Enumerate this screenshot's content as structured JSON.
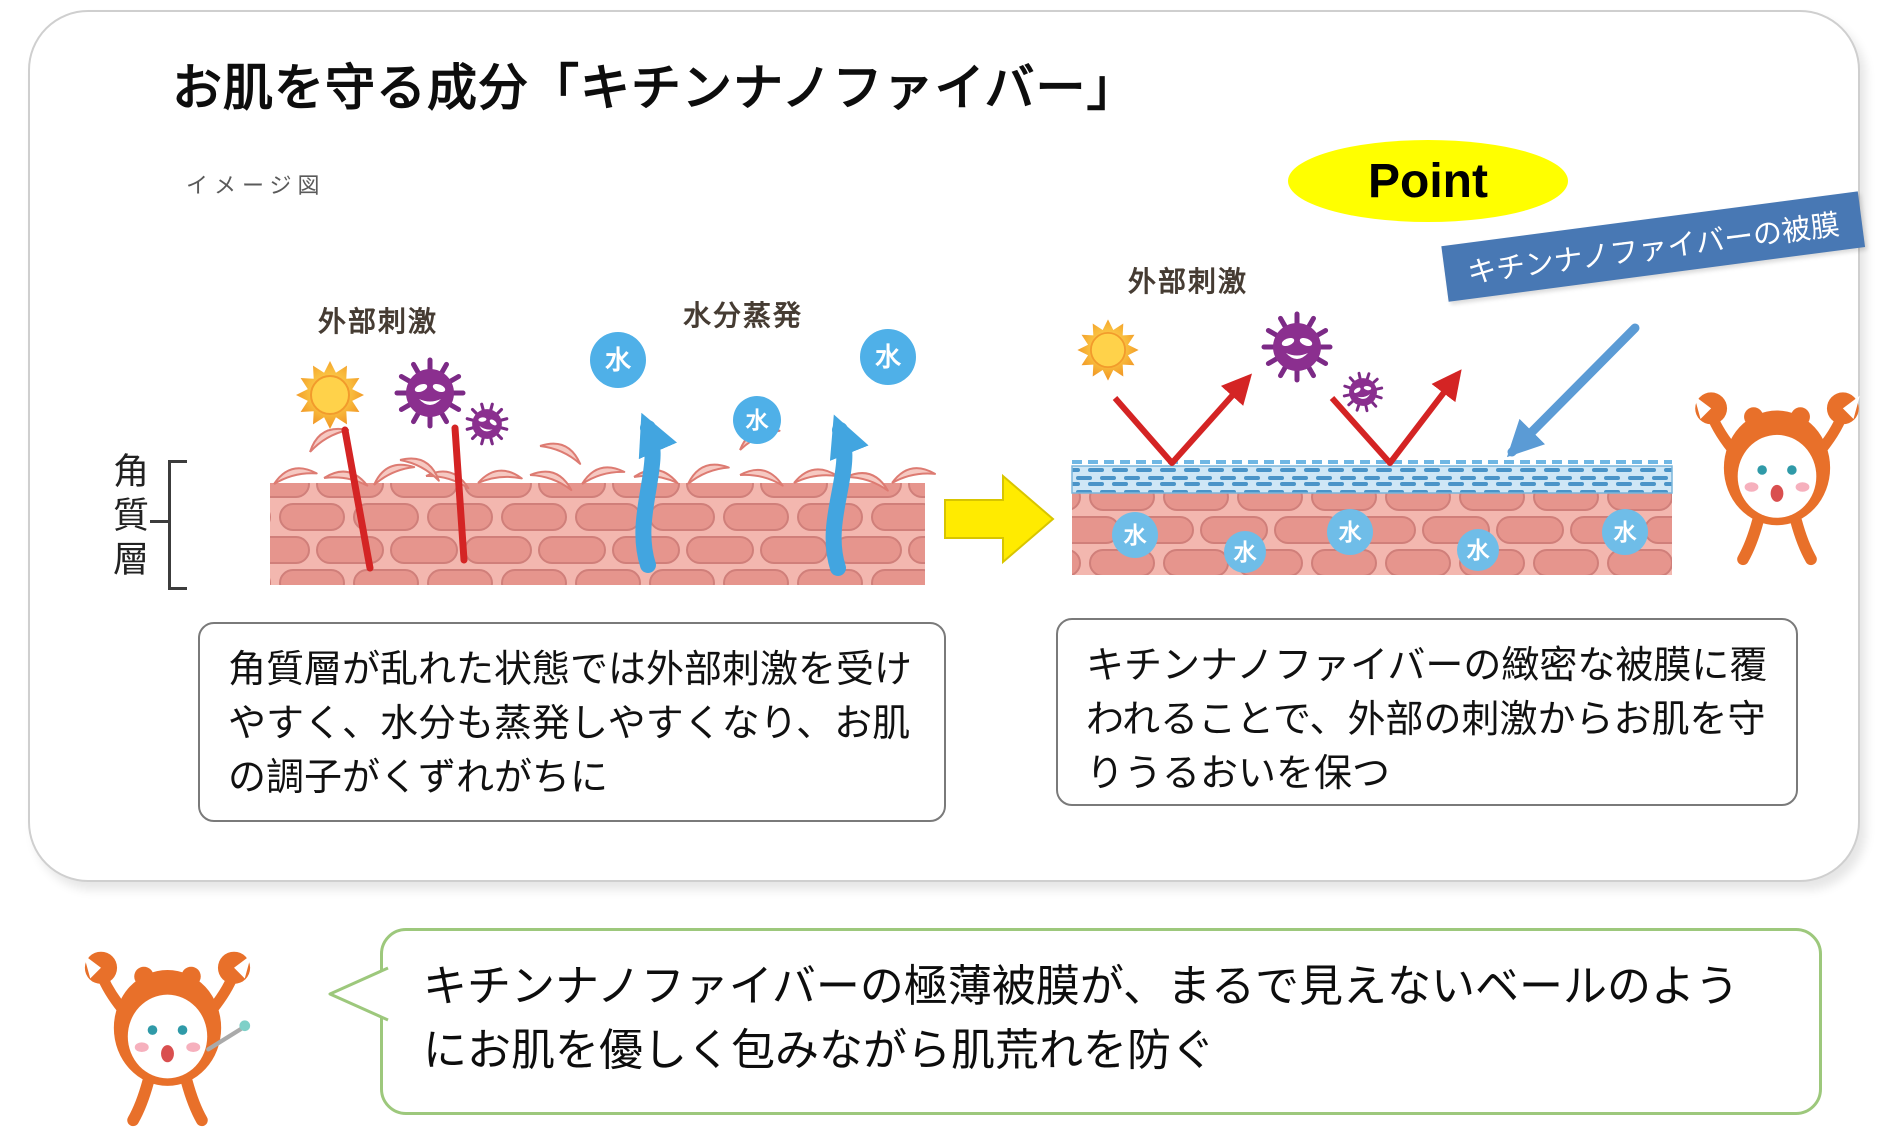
{
  "title": "お肌を守る成分「キチンナノファイバー」",
  "subtitle": "イメージ図",
  "point_label": "Point",
  "banner_label": "キチンナノファイバーの被膜",
  "left": {
    "stimuli_label": "外部刺激",
    "evaporation_label": "水分蒸発",
    "water_char": "水",
    "layer_label": "角質層",
    "caption": "角質層が乱れた状態では外部刺激を受けやすく、水分も蒸発しやすくなり、お肌の調子がくずれがちに"
  },
  "right": {
    "stimuli_label": "外部刺激",
    "water_char": "水",
    "caption": "キチンナノファイバーの緻密な被膜に覆われることで、外部の刺激からお肌を守りうるおいを保つ"
  },
  "speech_text": "キチンナノファイバーの極薄被膜が、まるで見えないベールのようにお肌を優しく包みながら肌荒れを防ぐ",
  "icons": {
    "sun": "sun-icon",
    "virus": "virus-icon",
    "water_drop": "water-drop-icon",
    "mascot": "crab-mascot-icon",
    "transition_arrow": "yellow-right-arrow-icon",
    "film_pointer": "blue-arrow-icon"
  },
  "colors": {
    "point_yellow": "#ffff00",
    "banner_blue": "#4878b4",
    "skin_cell_pink": "#e6958d",
    "skin_base_pink": "#f3b7af",
    "film_blue": "#cfe7f6",
    "film_dash_blue": "#4a94c8",
    "water_blue": "#4fb0e8",
    "stimuli_red": "#d42424",
    "evaporation_blue": "#42a5e0",
    "mascot_orange": "#e8702a",
    "speech_border_green": "#9dc87c"
  }
}
